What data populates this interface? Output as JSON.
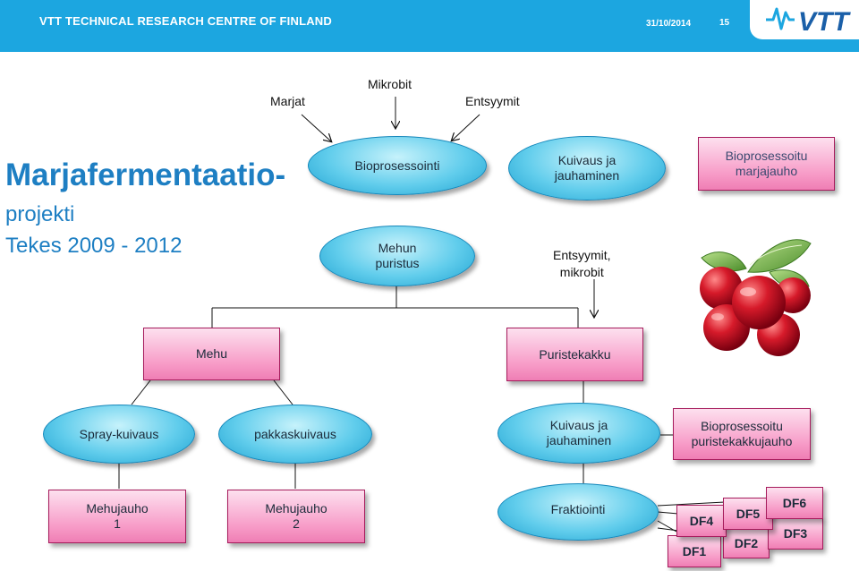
{
  "header": {
    "org": "VTT TECHNICAL RESEARCH CENTRE OF FINLAND",
    "date": "31/10/2014",
    "page": "15",
    "logo_text": "VTT",
    "bg_color": "#1ca6e0"
  },
  "title": {
    "line1": "Marjafermentaatio-",
    "line2": "projekti",
    "line3": "Tekes 2009 - 2012",
    "color": "#1e7fc3"
  },
  "inputs": {
    "marjat": "Marjat",
    "mikrobit": "Mikrobit",
    "entsyymit": "Entsyymit",
    "entsyymit_mikrobit": "Entsyymit,\nmikrobit"
  },
  "nodes": {
    "bioprosessointi": "Bioprosessointi",
    "kuivaus_top": "Kuivaus ja\njauhaminen",
    "bio_marjajauho": "Bioprosessoitu\nmarjajauho",
    "mehun_puristus": "Mehun\npuristus",
    "mehu": "Mehu",
    "puristekakku": "Puristekakku",
    "spray": "Spray-kuivaus",
    "pakkas": "pakkaskuivaus",
    "kuivaus_mid": "Kuivaus ja\njauhaminen",
    "bio_puriste": "Bioprosessoitu\npuristekakkujauho",
    "mehujauho1": "Mehujauho\n1",
    "mehujauho2": "Mehujauho\n2",
    "fraktiointi": "Fraktiointi"
  },
  "fractions": [
    "DF1",
    "DF2",
    "DF3",
    "DF4",
    "DF5",
    "DF6"
  ],
  "image": {
    "description_icon": "lingonberry-icon"
  }
}
